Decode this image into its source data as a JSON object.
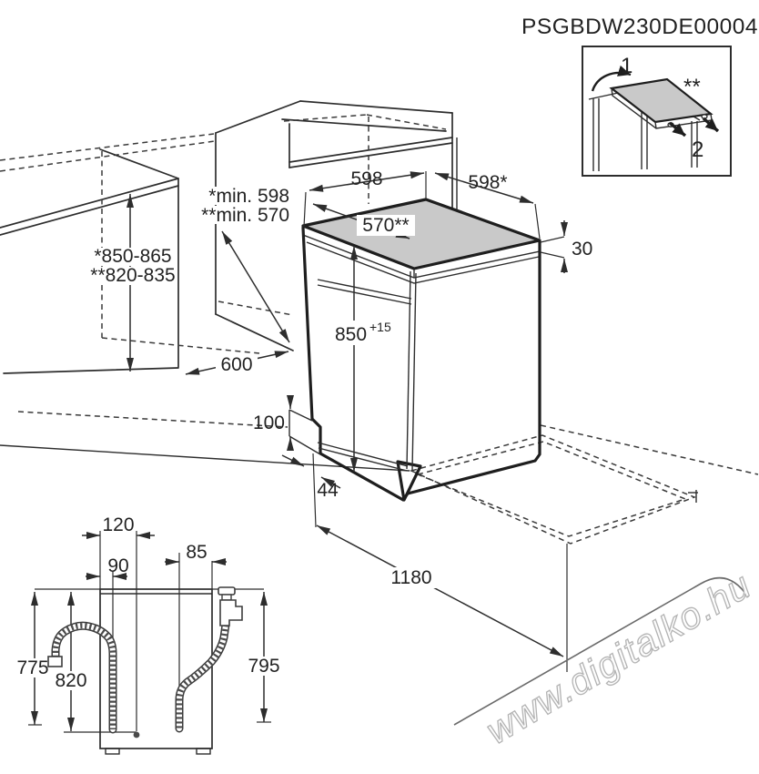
{
  "title": "PSGBDW230DE00004",
  "colors": {
    "line": "#2d2d2d",
    "worktop_fill": "#c9c9c9",
    "watermark_stroke": "#b3b3b3"
  },
  "inset": {
    "step_1": "1",
    "step_2": "2",
    "note": "**"
  },
  "dimensions": {
    "counter_height_builtin": "*850-865",
    "counter_height_compact": "**820-835",
    "niche_min_width": "*min. 598",
    "niche_min_width_compact": "**min. 570",
    "width": "598",
    "width_star": "598*",
    "depth_top": "570**",
    "worktop_thickness": "30",
    "height_base": "850",
    "height_tolerance": "+15",
    "counter_depth": "600",
    "plinth_height": "100",
    "plinth_recess": "44",
    "door_open_depth": "1180"
  },
  "rear_view": {
    "drain_offset": "120",
    "hose_offset": "90",
    "inlet_offset": "85",
    "drain_hose_length": "775",
    "cord_length": "820",
    "inlet_hose_length": "795"
  },
  "watermark": "www.digitalko.hu"
}
